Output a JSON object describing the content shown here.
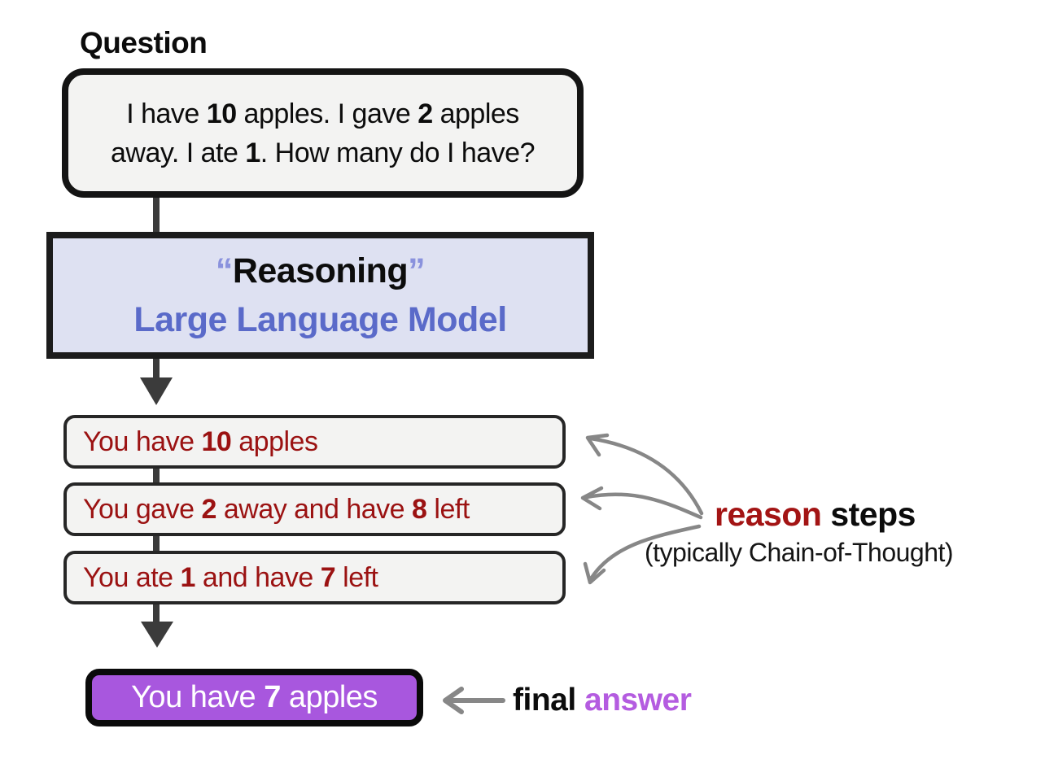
{
  "colors": {
    "dark_red": "#9b1212",
    "purple_fill": "#a857de",
    "answer_purple": "#b45ce0",
    "blue": "#5a6ac9",
    "quote_blue": "#8a92dd",
    "lavender_bg": "#dee1f2",
    "box_bg": "#f3f3f2",
    "dark_arrow": "#3b3b3b",
    "gray_arrow": "#878787",
    "border_black": "#141414"
  },
  "question": {
    "label": "Question",
    "line1": [
      "I have ",
      "10",
      " apples. I gave ",
      "2",
      " apples"
    ],
    "line2": [
      "away. I ate ",
      "1",
      ". How many do I have?"
    ]
  },
  "llm": {
    "quote_open": "“",
    "title": "Reasoning",
    "quote_close": "”",
    "subtitle": "Large Language Model"
  },
  "steps": [
    [
      "You have ",
      "10",
      " apples"
    ],
    [
      "You gave ",
      "2",
      " away and have ",
      "8",
      " left"
    ],
    [
      "You ate ",
      "1",
      " and have ",
      "7",
      " left"
    ]
  ],
  "annotations": {
    "reason": "reason",
    "steps": " steps",
    "cot_note": "(typically Chain-of-Thought)",
    "final": "final ",
    "answer": "answer"
  },
  "final_box": [
    "You have ",
    "7",
    " apples"
  ]
}
